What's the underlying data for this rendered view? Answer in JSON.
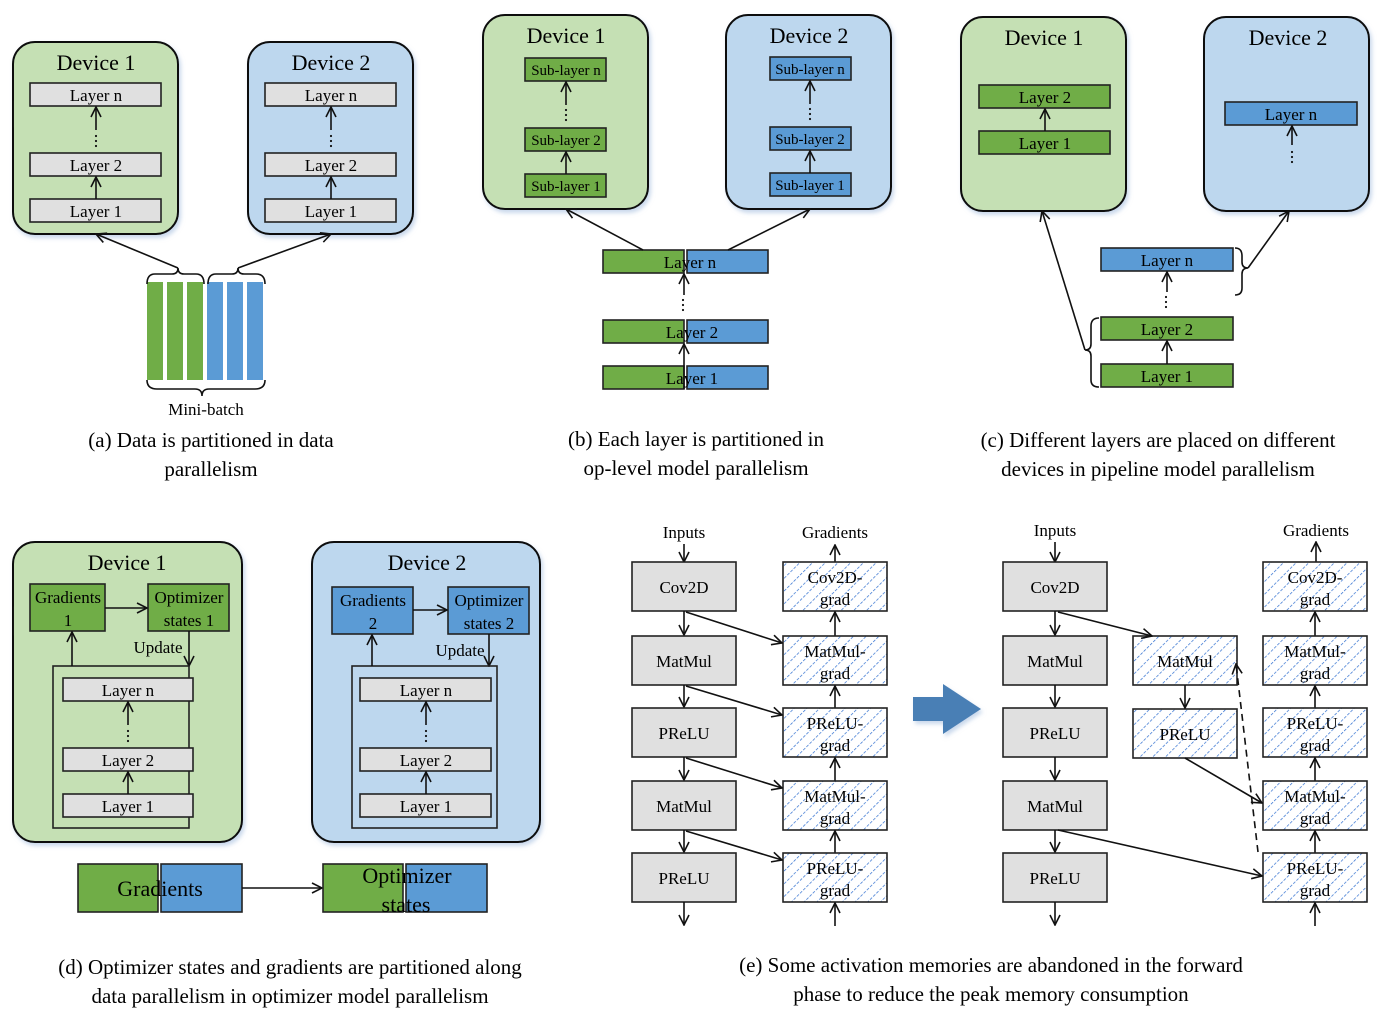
{
  "colors": {
    "device_green": "#c5e0b4",
    "device_blue": "#bdd7ee",
    "partition_green": "#70ad47",
    "partition_blue": "#5b9bd5",
    "layer_gray": "#e0e0e0",
    "hatch_blue": "#2f6fd0",
    "big_arrow": "#4a7fb5"
  },
  "panel_a": {
    "device1": "Device 1",
    "device2": "Device 2",
    "layers": [
      "Layer n",
      "Layer 2",
      "Layer 1"
    ],
    "minibatch_label": "Mini-batch",
    "caption_line1": "(a) Data is partitioned in data",
    "caption_line2": "parallelism"
  },
  "panel_b": {
    "device1": "Device 1",
    "device2": "Device 2",
    "sublayers": [
      "Sub-layer n",
      "Sub-layer 2",
      "Sub-layer 1"
    ],
    "layers": [
      "Layer n",
      "Layer 2",
      "Layer 1"
    ],
    "caption_line1": "(b) Each layer is partitioned in",
    "caption_line2": "op-level model parallelism"
  },
  "panel_c": {
    "device1": "Device 1",
    "device2": "Device 2",
    "device1_layers": [
      "Layer 2",
      "Layer 1"
    ],
    "device2_layers": [
      "Layer n"
    ],
    "layers": [
      "Layer n",
      "Layer 2",
      "Layer 1"
    ],
    "caption_line1": "(c) Different layers are placed on different",
    "caption_line2": "devices in pipeline model parallelism"
  },
  "panel_d": {
    "device1": "Device 1",
    "device2": "Device 2",
    "grad1_line1": "Gradients",
    "grad1_line2": "1",
    "opt1_line1": "Optimizer",
    "opt1_line2": "states 1",
    "grad2_line1": "Gradients",
    "grad2_line2": "2",
    "opt2_line1": "Optimizer",
    "opt2_line2": "states 2",
    "update": "Update",
    "layers": [
      "Layer n",
      "Layer 2",
      "Layer 1"
    ],
    "bottom_gradients": "Gradients",
    "bottom_opt_line1": "Optimizer",
    "bottom_opt_line2": "states",
    "caption_line1": "(d) Optimizer states and gradients are partitioned along",
    "caption_line2": "data parallelism in optimizer model parallelism"
  },
  "panel_e": {
    "inputs": "Inputs",
    "gradients": "Gradients",
    "forward_ops": [
      "Cov2D",
      "MatMul",
      "PReLU",
      "MatMul",
      "PReLU"
    ],
    "grad_ops": [
      [
        "Cov2D-",
        "grad"
      ],
      [
        "MatMul-",
        "grad"
      ],
      [
        "PReLU-",
        "grad"
      ],
      [
        "MatMul-",
        "grad"
      ],
      [
        "PReLU-",
        "grad"
      ]
    ],
    "recompute_ops": [
      "MatMul",
      "PReLU"
    ],
    "caption_line1": "(e) Some activation memories are abandoned in the forward",
    "caption_line2": "phase to reduce the peak memory consumption"
  }
}
